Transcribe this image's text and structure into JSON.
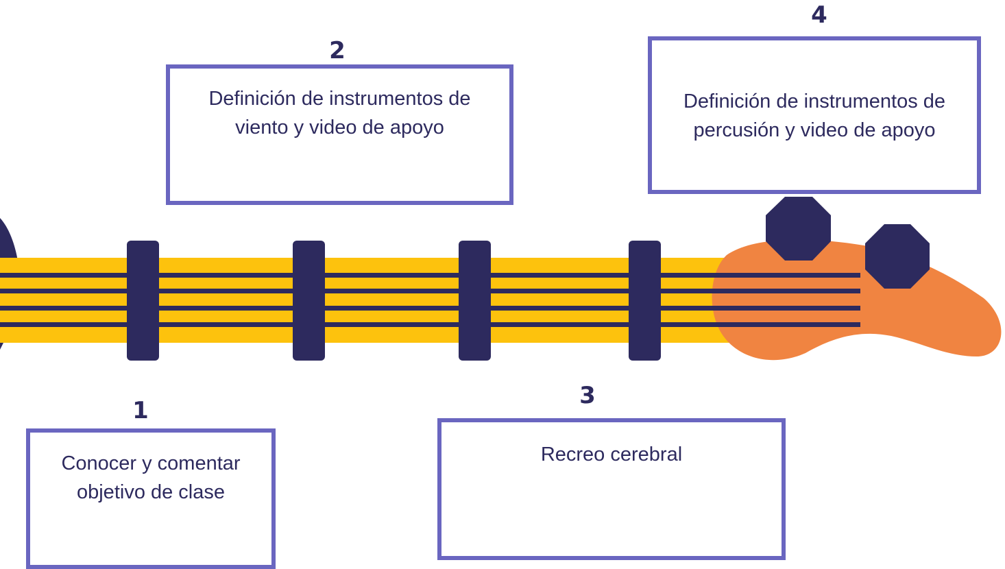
{
  "colors": {
    "fretboard": "#fdc20d",
    "dark": "#2d2a5e",
    "body": "#f08441",
    "box_border": "#6a66c0"
  },
  "steps": [
    {
      "number": "1",
      "text": "Conocer y comentar objetivo de clase"
    },
    {
      "number": "2",
      "text": "Definición de instrumentos de viento y video de apoyo"
    },
    {
      "number": "3",
      "text": "Recreo cerebral"
    },
    {
      "number": "4",
      "text": "Definición de instrumentos de percusión y video de apoyo"
    }
  ]
}
